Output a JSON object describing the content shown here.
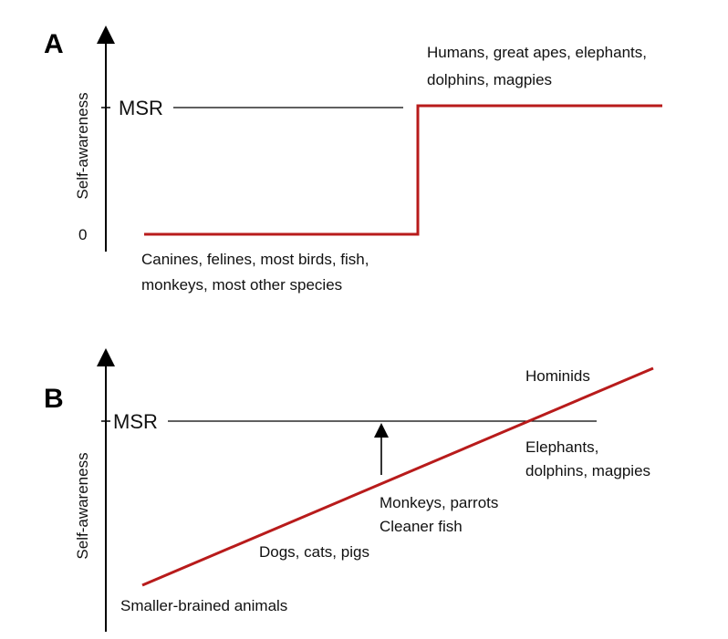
{
  "colors": {
    "curve": "#b81b1b",
    "axis": "#000000"
  },
  "panel_a": {
    "letter": "A",
    "y_label": "Self-awareness",
    "msr_label": "MSR",
    "zero_label": "0",
    "upper_group_line1": "Humans, great apes, elephants,",
    "upper_group_line2": "dolphins, magpies",
    "lower_group_line1": "Canines, felines, most birds, fish,",
    "lower_group_line2": "monkeys, most other species"
  },
  "panel_b": {
    "letter": "B",
    "y_label": "Self-awareness",
    "msr_label": "MSR",
    "hominids": "Hominids",
    "elephants_line1": "Elephants,",
    "elephants_line2": "dolphins, magpies",
    "monkeys_line1": "Monkeys, parrots",
    "monkeys_line2": "Cleaner fish",
    "dogs": "Dogs, cats, pigs",
    "smaller": "Smaller-brained animals"
  }
}
